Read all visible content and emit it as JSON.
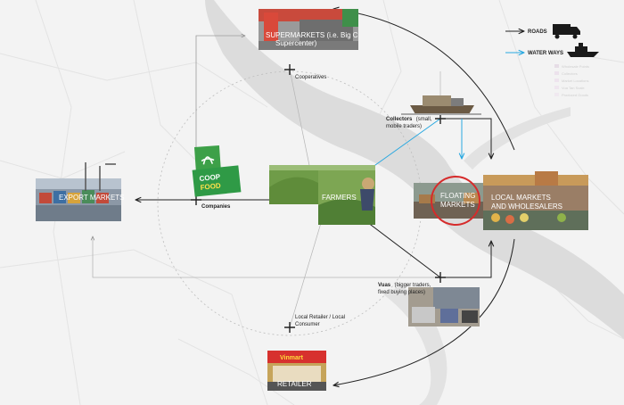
{
  "nodes": {
    "supermarkets": {
      "label_line1": "SUPERMARKETS (i.e. Big C",
      "label_line2": "Supercenter)"
    },
    "export_markets": {
      "label": "EXPORT MARKETS"
    },
    "farmers": {
      "label": "FARMERS"
    },
    "floating_markets": {
      "label_line1": "FLOATING",
      "label_line2": "MARKETS"
    },
    "local_markets": {
      "label_line1": "LOCAL MARKETS",
      "label_line2": "AND WHOLESALERS"
    },
    "retailer": {
      "label": "RETAILER"
    }
  },
  "intermediaries": {
    "cooperatives": "Cooperatives",
    "collectors_bold": "Collectors",
    "collectors_rest": "(small,",
    "collectors_line2": "mobile traders)",
    "companies": "Companies",
    "vuas_bold": "Vuas",
    "vuas_rest": "(bigger traders,",
    "vuas_line2": "fixed buying places)",
    "local_retailer_line1": "Local Retailer / Local",
    "local_retailer_line2": "Consumer"
  },
  "logos": {
    "coop_line1": "COOP",
    "coop_line2": "FOOD"
  },
  "shop_sign": "Vinmart",
  "legend": {
    "roads": "ROADS",
    "water_ways": "WATER WAYS",
    "faint_items": [
      "Wholesale Points",
      "Collectors",
      "Market Locations",
      "Vua Tan Scale",
      "Produced Goods"
    ]
  },
  "colors": {
    "road": "#222222",
    "waterway": "#29a8e0",
    "highlight": "#d62b2b",
    "river": "#dcdcdc"
  }
}
